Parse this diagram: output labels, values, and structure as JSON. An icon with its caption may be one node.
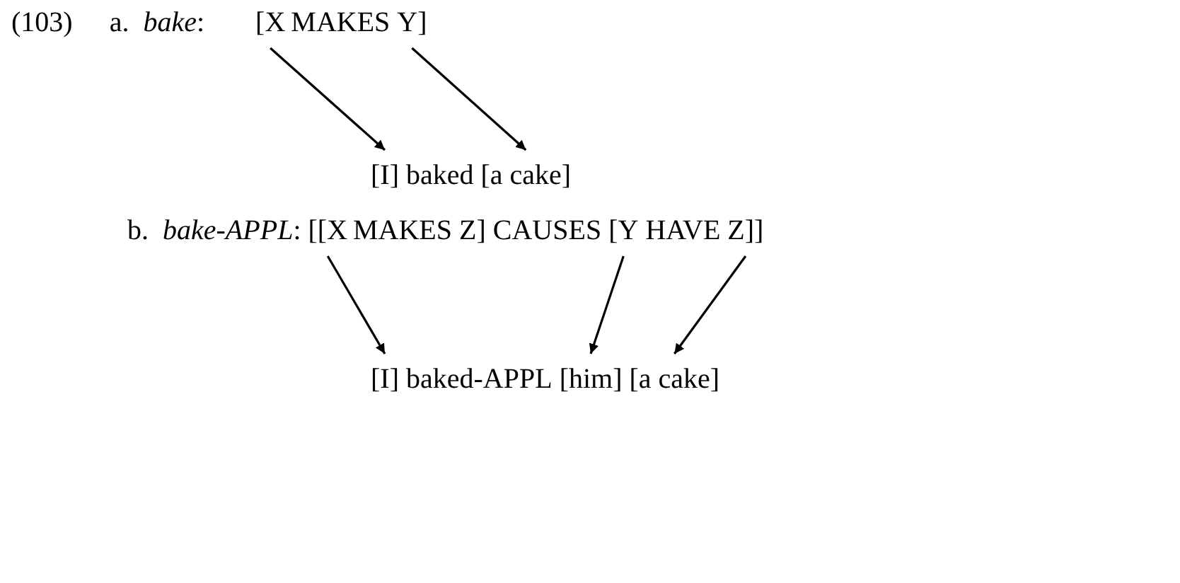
{
  "diagram": {
    "nodes": [
      {
        "text": [
          "[X"
        ]
      },
      {
        "text": [
          "Y]"
        ]
      },
      {
        "text": [
          "[I]"
        ]
      },
      {
        "text": [
          "[a cake]"
        ]
      },
      {
        "text": [
          "[[X"
        ]
      },
      {
        "text": [
          "[Y"
        ]
      },
      {
        "text": [
          "Z]]"
        ]
      },
      {
        "text": [
          "[I]"
        ]
      },
      {
        "text": [
          "[him]"
        ]
      },
      {
        "text": [
          "[a cake]"
        ]
      }
    ],
    "edges": [
      {
        "from": 0,
        "to": 2,
        "arrow": "to"
      },
      {
        "from": 1,
        "to": 3,
        "arrow": "to"
      },
      {
        "from": 4,
        "to": 7,
        "arrow": "to"
      },
      {
        "from": 5,
        "to": 8,
        "arrow": "to"
      },
      {
        "from": 6,
        "to": 9,
        "arrow": "to"
      }
    ],
    "labels": [
      "(103)",
      "a.",
      "*bake*:",
      "MAKES",
      "baked",
      "b.",
      "*bake-APPL*:",
      "MAKES Z] CAUSES",
      "HAVE",
      "baked-APPL"
    ]
  }
}
